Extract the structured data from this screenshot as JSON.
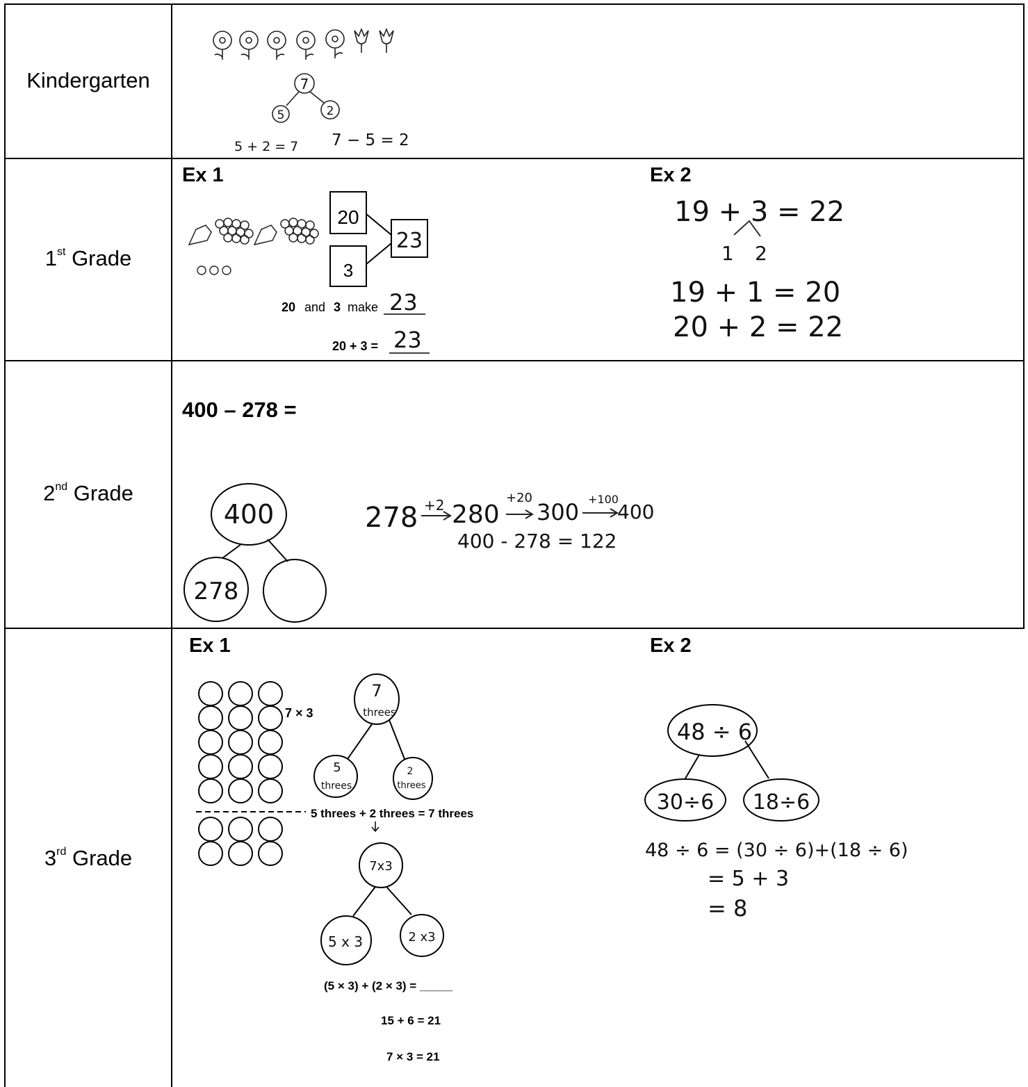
{
  "rows": [
    {
      "grade_num": "",
      "grade_sup": "",
      "grade_text": "Kindergarten",
      "example": {
        "whole": "7",
        "part_a": "5",
        "part_b": "2",
        "eq_add": "5 + 2 = 7",
        "eq_sub": "7 − 5 = 2"
      }
    },
    {
      "grade_num": "1",
      "grade_sup": "st",
      "grade_text": " Grade",
      "ex1_label": "Ex 1",
      "ex2_label": "Ex 2",
      "ex1": {
        "box_a": "20",
        "box_b": "3",
        "box_whole": "23",
        "sentence_prefix": "20",
        "sentence_and": "and",
        "sentence_mid": "3",
        "sentence_make": "make",
        "sentence_answer": "23",
        "eq_prefix": "20 + 3 =",
        "eq_answer": "23"
      },
      "ex2": {
        "eq1": "19 + 3 = 22",
        "split_a": "1",
        "split_b": "2",
        "eq2": "19 + 1 = 20",
        "eq3": "20 + 2 = 22"
      }
    },
    {
      "grade_num": "2",
      "grade_sup": "nd",
      "grade_text": " Grade",
      "problem": "400 – 278 =",
      "bond_whole": "400",
      "bond_part": "278",
      "chain_start": "278",
      "chain_step1": "+2",
      "chain_mid1": "280",
      "chain_step2": "+20",
      "chain_mid2": "300",
      "chain_step3": "+100",
      "chain_end": "400",
      "result": "400 - 278 = 122"
    },
    {
      "grade_num": "3",
      "grade_sup": "rd",
      "grade_text": " Grade",
      "ex1_label": "Ex 1",
      "ex2_label": "Ex 2",
      "ex1": {
        "array_label": "7 × 3",
        "bond1_whole_num": "7",
        "bond1_whole_word": "threes",
        "bond1_part_a_num": "5",
        "bond1_part_a_word": "threes",
        "bond1_part_b_num": "2",
        "bond1_part_b_word": "threes",
        "sentence": "5 threes + 2 threes = 7 threes",
        "bond2_whole": "7x3",
        "bond2_part_a": "5 x 3",
        "bond2_part_b": "2 x3",
        "eq1": "(5 × 3) + (2 × 3) = _____",
        "eq2": "15 + 6 = 21",
        "eq3": "7 × 3 = 21"
      },
      "ex2": {
        "whole": "48 ÷ 6",
        "part_a": "30÷6",
        "part_b": "18÷6",
        "eq1": "48 ÷ 6 = (30 ÷ 6)+(18 ÷ 6)",
        "eq2": "= 5 + 3",
        "eq3": "= 8"
      }
    }
  ]
}
